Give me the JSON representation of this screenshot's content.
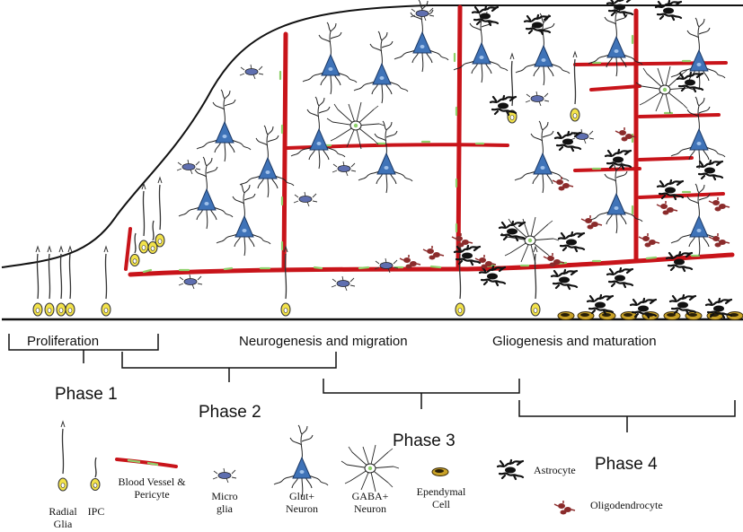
{
  "stages": {
    "proliferation": "Proliferation",
    "neurogenesis": "Neurogenesis and migration",
    "gliogenesis": "Gliogenesis and maturation"
  },
  "phases": {
    "p1": "Phase 1",
    "p2": "Phase 2",
    "p3": "Phase 3",
    "p4": "Phase 4"
  },
  "legend": {
    "radial_glia_1": "Radial",
    "radial_glia_2": "Glia",
    "ipc": "IPC",
    "vessel_1": "Blood Vessel &",
    "vessel_2": "Pericyte",
    "microglia_1": "Micro",
    "microglia_2": "glia",
    "glut_1": "Glut+",
    "glut_2": "Neuron",
    "gaba_1": "GABA+",
    "gaba_2": "Neuron",
    "ependymal_1": "Ependymal",
    "ependymal_2": "Cell",
    "astrocyte": "Astrocyte",
    "oligo": "Oligodendrocyte"
  },
  "colors": {
    "vessel": "#c8141a",
    "pericyte": "#8ed16b",
    "neuron": "#3f73b8",
    "glia_body": "#f2e24a",
    "oligo": "#8b2b2b",
    "ink": "#111111"
  }
}
